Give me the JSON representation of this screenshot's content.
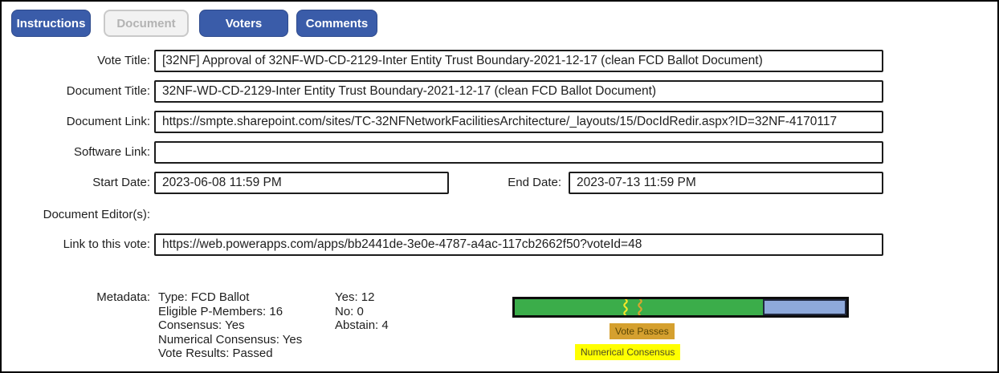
{
  "tabs": {
    "instructions": "Instructions",
    "document": "Document",
    "voters": "Voters",
    "comments": "Comments"
  },
  "fields": {
    "vote_title": {
      "label": "Vote Title:",
      "value": "[32NF] Approval of 32NF-WD-CD-2129-Inter Entity Trust Boundary-2021-12-17 (clean FCD Ballot Document)"
    },
    "document_title": {
      "label": "Document Title:",
      "value": "32NF-WD-CD-2129-Inter Entity Trust Boundary-2021-12-17 (clean FCD Ballot Document)"
    },
    "document_link": {
      "label": "Document Link:",
      "value": "https://smpte.sharepoint.com/sites/TC-32NFNetworkFacilitiesArchitecture/_layouts/15/DocIdRedir.aspx?ID=32NF-4170117"
    },
    "software_link": {
      "label": "Software Link:",
      "value": ""
    },
    "start_date": {
      "label": "Start Date:",
      "value": "2023-06-08 11:59 PM"
    },
    "end_date": {
      "label": "End Date:",
      "value": "2023-07-13 11:59 PM"
    },
    "document_editors": {
      "label": "Document Editor(s):",
      "value": ""
    },
    "vote_link": {
      "label": "Link to this vote:",
      "value": "https://web.powerapps.com/apps/bb2441de-3e0e-4787-a4ac-117cb2662f50?voteId=48"
    }
  },
  "metadata": {
    "label": "Metadata:",
    "col1": [
      "Type: FCD Ballot",
      "Eligible P-Members: 16",
      "Consensus: Yes",
      "Numerical Consensus: Yes",
      "Vote Results: Passed"
    ],
    "col2": [
      "Yes: 12",
      "No: 0",
      "Abstain: 4"
    ]
  },
  "result_bar": {
    "type": "bar",
    "total_eligible": 16,
    "yes": 12,
    "no": 0,
    "abstain": 4,
    "segments": [
      {
        "name": "yes-votes",
        "fraction": 0.75,
        "color": "#3bad4a"
      },
      {
        "name": "abstain-votes",
        "fraction": 0.25,
        "color": "#8ea9db"
      }
    ],
    "thresholds": [
      {
        "name": "numerical-consensus",
        "position_fraction": 0.334,
        "color": "#f4e729"
      },
      {
        "name": "vote-passes",
        "position_fraction": 0.378,
        "color": "#dba32e"
      }
    ],
    "badges": {
      "vote_passes": "Vote Passes",
      "numerical_consensus": "Numerical Consensus"
    }
  },
  "colors": {
    "button_blue": "#3a5ca9",
    "bar_green": "#3bad4a",
    "bar_blue": "#8ea9db",
    "badge_gold": "#d5a02f",
    "badge_yellow": "#ffff00"
  }
}
